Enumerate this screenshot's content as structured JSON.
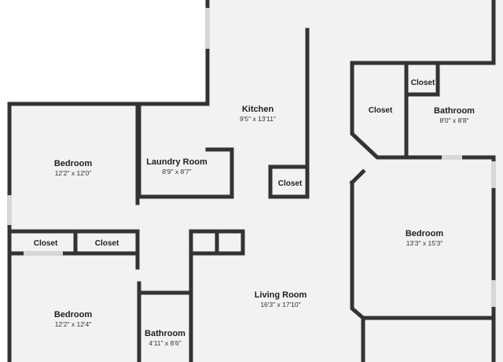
{
  "colors": {
    "background": "#ffffff",
    "floor": "#f2f2f2",
    "wall": "#333333",
    "window": "#d7d7d7"
  },
  "rooms": {
    "kitchen": {
      "name": "Kitchen",
      "dims": "9'5\" x 13'11\""
    },
    "laundry": {
      "name": "Laundry Room",
      "dims": "8'9\" x 8'7\""
    },
    "bedroom_ul": {
      "name": "Bedroom",
      "dims": "12'2\" x 12'0\""
    },
    "bedroom_ll": {
      "name": "Bedroom",
      "dims": "12'2\" x 12'4\""
    },
    "bathroom_lower": {
      "name": "Bathroom",
      "dims": "4'11\" x 8'6\""
    },
    "living_room": {
      "name": "Living Room",
      "dims": "16'3\" x 17'10\""
    },
    "bedroom_r": {
      "name": "Bedroom",
      "dims": "13'3\" x 15'3\""
    },
    "bathroom_upper": {
      "name": "Bathroom",
      "dims": "8'0\" x 8'8\""
    }
  },
  "closets": {
    "kitchen_closet": "Closet",
    "left_closet_a": "Closet",
    "left_closet_b": "Closet",
    "right_closet_top": "Closet",
    "right_closet_mid": "Closet"
  }
}
